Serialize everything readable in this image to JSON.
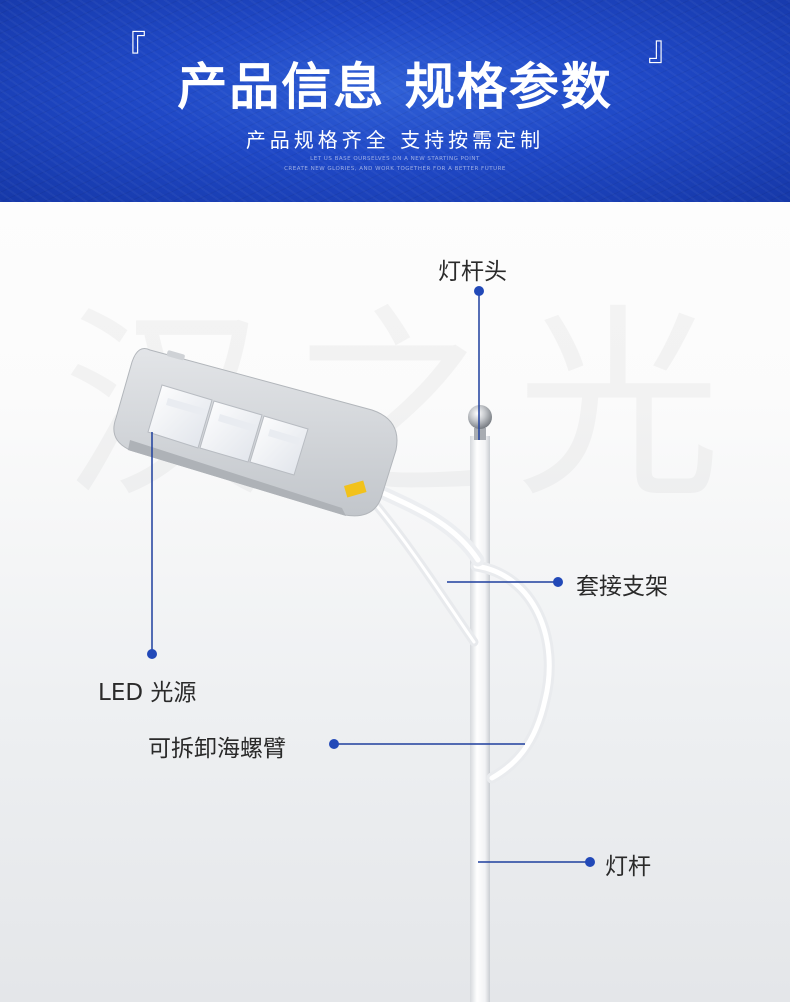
{
  "banner": {
    "bracket_left": "『",
    "bracket_right": "』",
    "title": "产品信息 规格参数",
    "subtitle": "产品规格齐全 支持按需定制",
    "en_line1": "LET US BASE OURSELVES ON A NEW STARTING POINT",
    "en_line2": "CREATE NEW GLORIES, AND WORK TOGETHER FOR A BETTER FUTURE"
  },
  "watermark": "汉之光",
  "labels": {
    "pole_head": "灯杆头",
    "sleeve_bracket": "套接支架",
    "led_source": "LED 光源",
    "arm": "可拆卸海螺臂",
    "pole": "灯杆"
  },
  "colors": {
    "banner_blue": "#1f48c6",
    "callout_line": "#1e3f9e",
    "callout_dot": "#2249b8",
    "pole_white": "#fafafa"
  }
}
